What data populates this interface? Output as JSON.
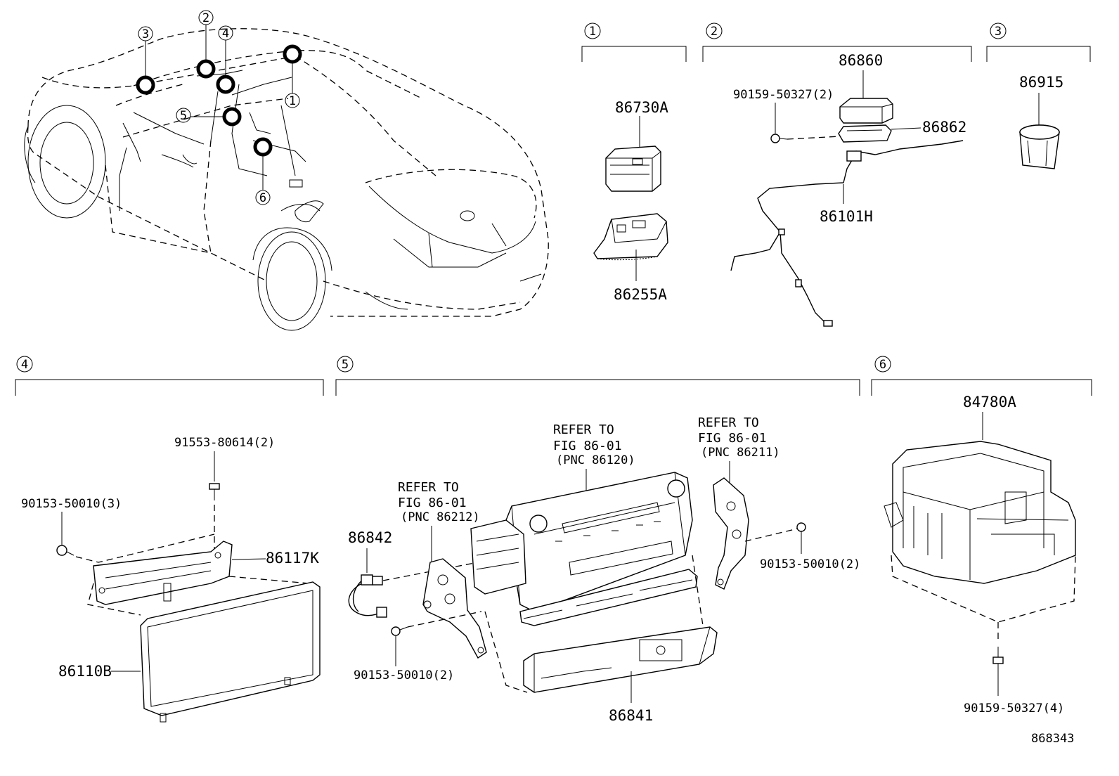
{
  "sections": [
    {
      "id": "1",
      "marker": "1",
      "parts": [
        "86730A",
        "86255A"
      ]
    },
    {
      "id": "2",
      "marker": "2",
      "parts": [
        "86860",
        "90159-50327(2)",
        "86862",
        "86101H"
      ]
    },
    {
      "id": "3",
      "marker": "3",
      "parts": [
        "86915"
      ]
    },
    {
      "id": "4",
      "marker": "4",
      "parts": [
        "91553-80614(2)",
        "90153-50010(3)",
        "86117K",
        "86110B"
      ]
    },
    {
      "id": "5",
      "marker": "5",
      "parts": [
        "86842",
        "90153-50010(2)",
        "86841",
        "90153-50010(2)"
      ]
    },
    {
      "id": "6",
      "marker": "6",
      "parts": [
        "84780A",
        "90159-50327(4)"
      ]
    }
  ],
  "car_callouts": [
    "3",
    "2",
    "4",
    "1",
    "5",
    "6"
  ],
  "labels": {
    "p86730A": "86730A",
    "p86255A": "86255A",
    "p86860": "86860",
    "p90159_50327_2": "90159-50327(2)",
    "p86862": "86862",
    "p86101H": "86101H",
    "p86915": "86915",
    "p91553_80614_2": "91553-80614(2)",
    "p90153_50010_3": "90153-50010(3)",
    "p86117K": "86117K",
    "p86110B": "86110B",
    "p86842": "86842",
    "p90153_50010_2a": "90153-50010(2)",
    "p86841": "86841",
    "p90153_50010_2b": "90153-50010(2)",
    "p84780A": "84780A",
    "p90159_50327_4": "90159-50327(4)"
  },
  "refers": {
    "r1": {
      "line1": "REFER TO",
      "line2": "FIG 86-01",
      "line3": "(PNC 86212)"
    },
    "r2": {
      "line1": "REFER TO",
      "line2": "FIG 86-01",
      "line3": "(PNC 86120)"
    },
    "r3": {
      "line1": "REFER TO",
      "line2": "FIG 86-01",
      "line3": "(PNC 86211)"
    }
  },
  "diagram_id": "868343"
}
